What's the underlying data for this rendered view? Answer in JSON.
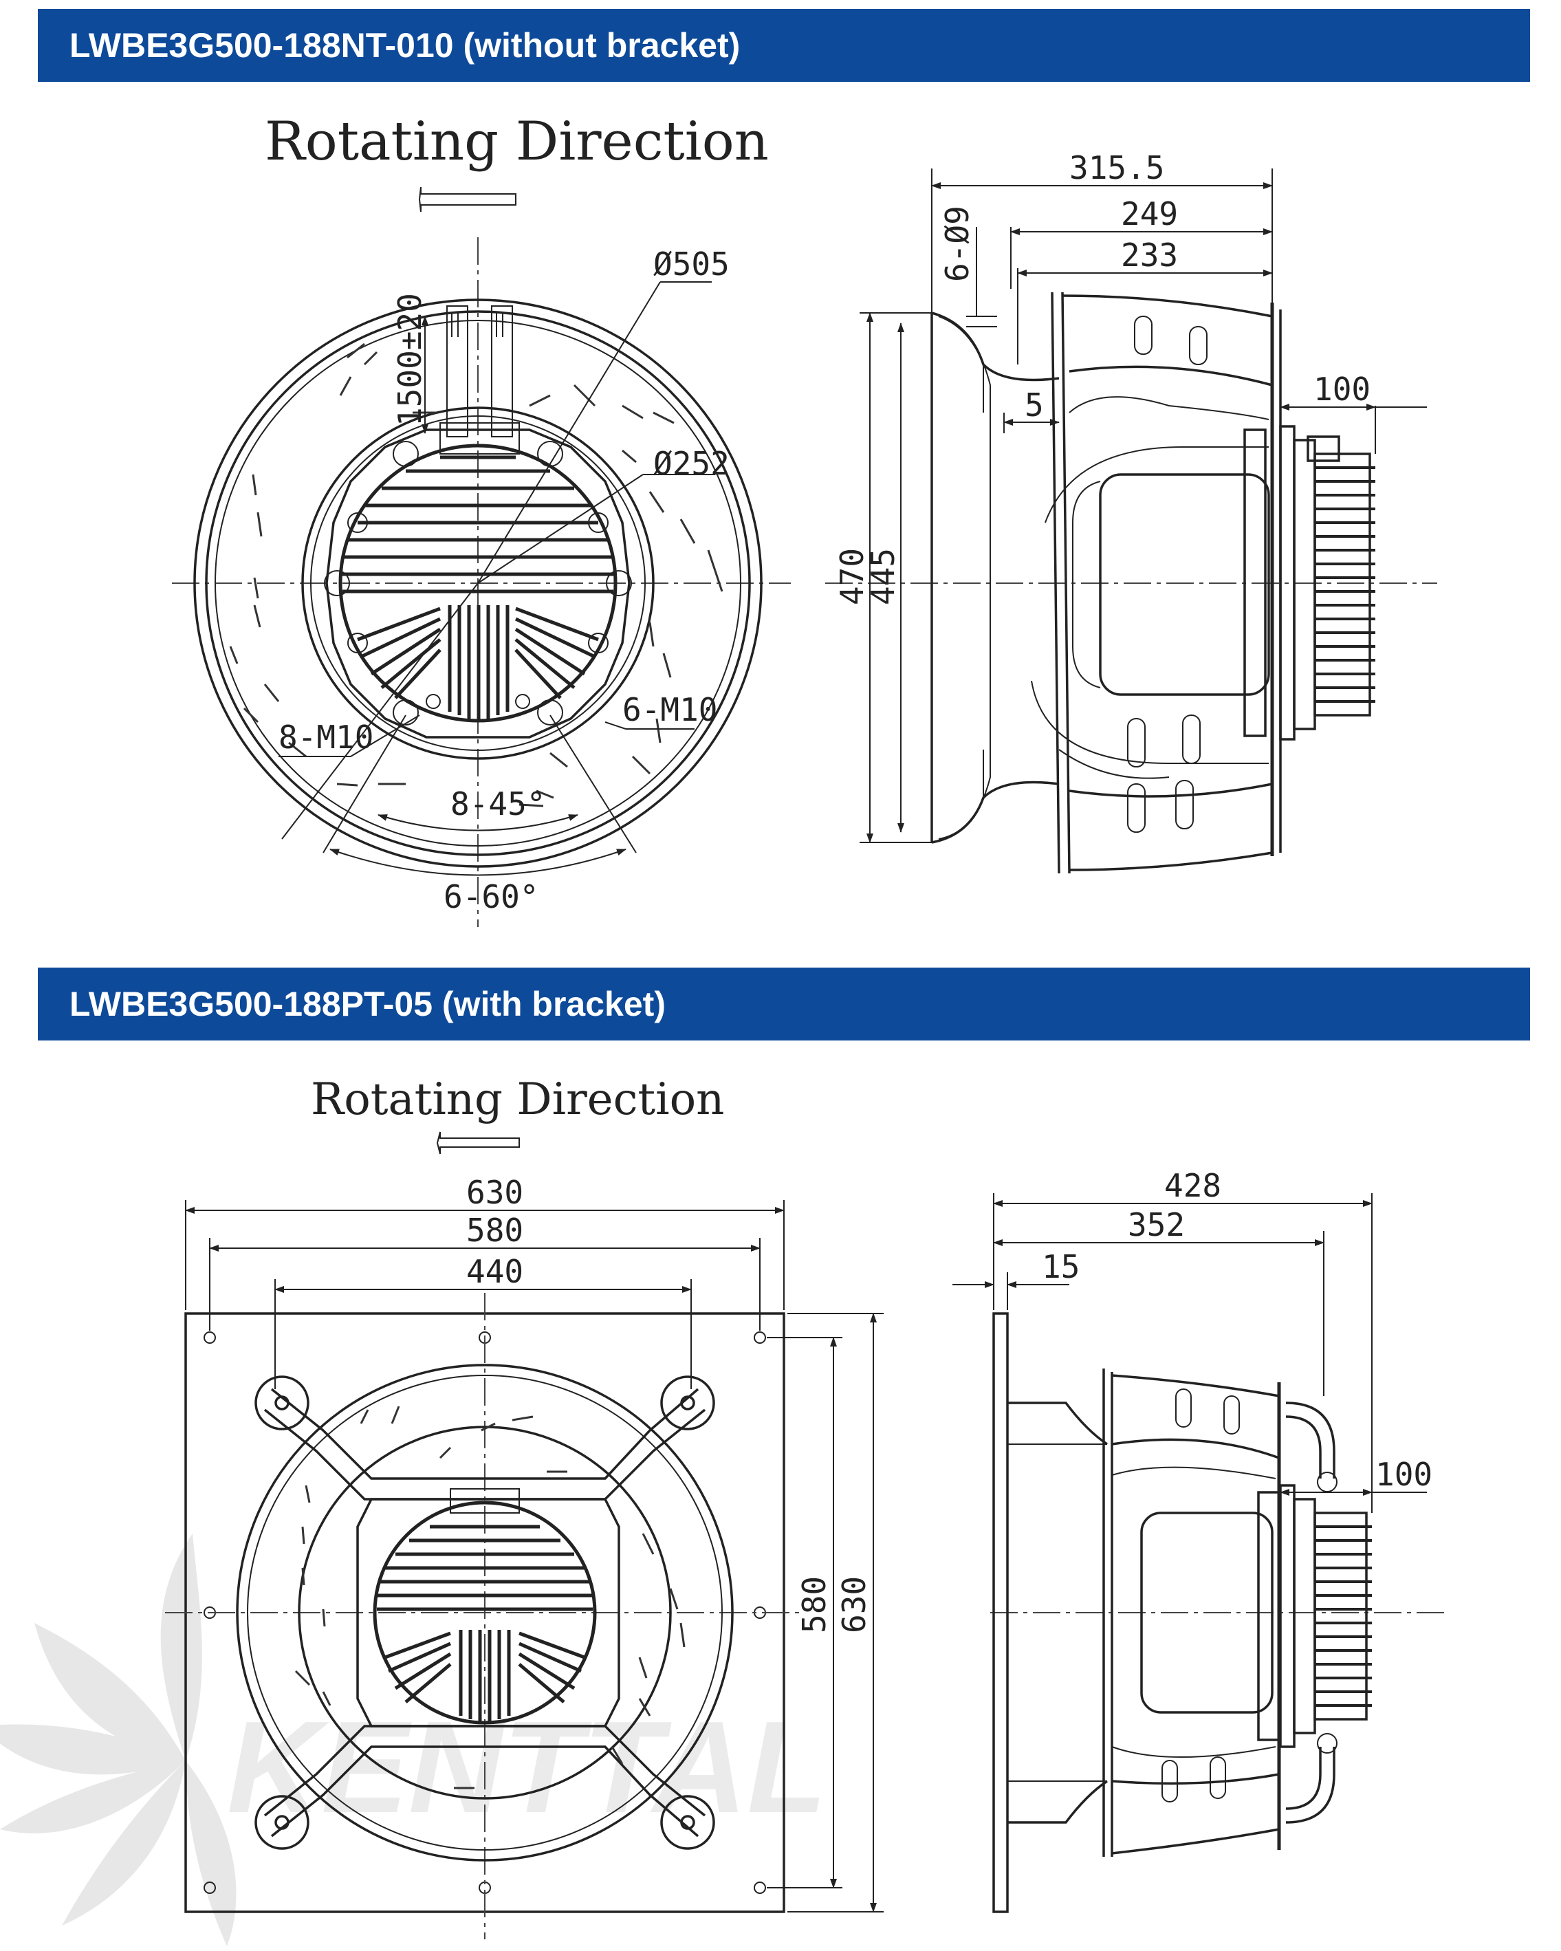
{
  "header_top": {
    "title": "LWBE3G500-188NT-010 (without bracket)"
  },
  "header_bottom": {
    "title": "LWBE3G500-188PT-05 (with bracket)"
  },
  "colors": {
    "banner": "#0d4a9a",
    "banner_text": "#ffffff",
    "line": "#222222"
  },
  "top_view": {
    "rotating_direction": "Rotating Direction",
    "dia_outer": "Ø505",
    "cable_len": "1500±20",
    "dia_inner": "Ø252",
    "holes_a": "6-M10",
    "holes_b": "8-M10",
    "angle_a": "8-45°",
    "angle_b": "6-60°"
  },
  "top_side": {
    "d_315": "315.5",
    "d_249": "249",
    "d_233": "233",
    "d_6_9": "6-Ø9",
    "d_5": "5",
    "d_100": "100",
    "d_470": "470",
    "d_445": "445"
  },
  "bottom_view": {
    "rotating_direction": "Rotating Direction",
    "d_630": "630",
    "d_580": "580",
    "d_440": "440",
    "d_580_v": "580",
    "d_630_v": "630"
  },
  "bottom_side": {
    "d_428": "428",
    "d_352": "352",
    "d_15": "15",
    "d_100": "100"
  },
  "watermark": {
    "text": "KENTTAL"
  }
}
